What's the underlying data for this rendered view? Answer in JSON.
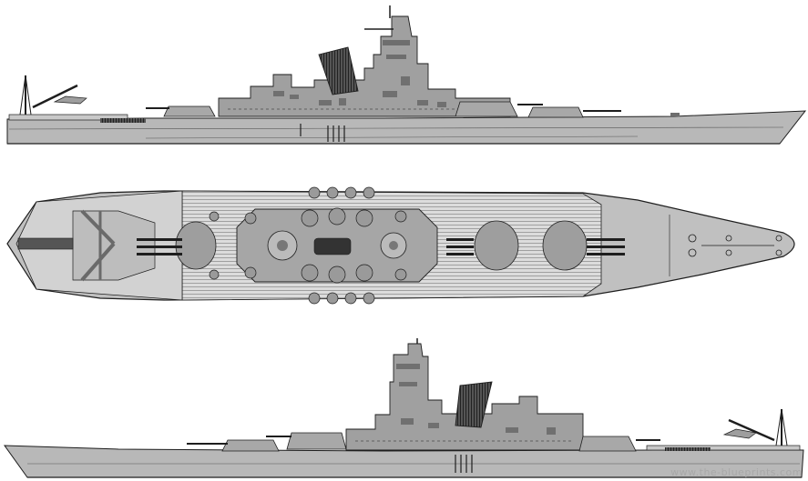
{
  "watermark": "www.the-blueprints.com",
  "colors": {
    "hull": "#b8b8b8",
    "hull_dark": "#8a8a8a",
    "deck": "#d8d8d8",
    "line": "#1e1e1e",
    "funnel": "#3a3a3a",
    "mid": "#9e9e9e"
  },
  "views": [
    {
      "id": "side-view-right",
      "orientation": "bow-right"
    },
    {
      "id": "top-view",
      "orientation": "bow-right"
    },
    {
      "id": "side-view-left",
      "orientation": "bow-left"
    }
  ]
}
